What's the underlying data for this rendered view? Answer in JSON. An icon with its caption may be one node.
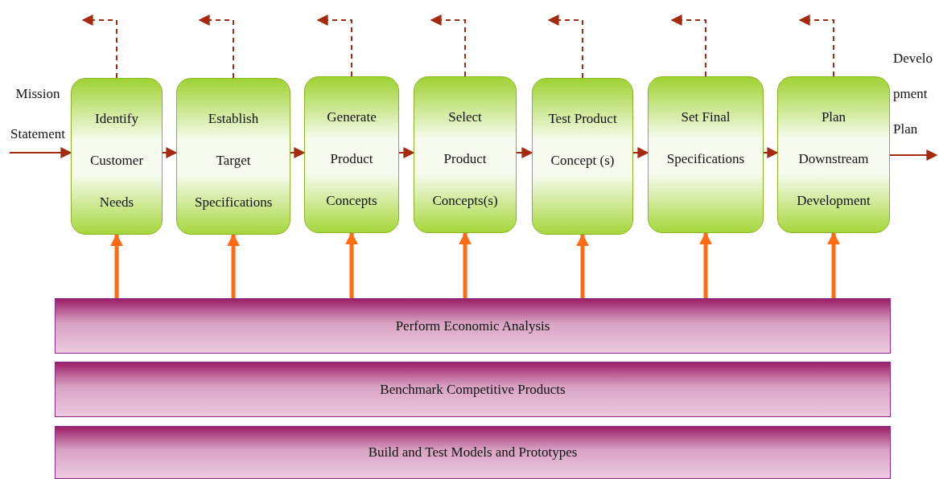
{
  "diagram": {
    "nodes": [
      {
        "text": [
          "Identify Customer Needs"
        ]
      },
      {
        "text": [
          "Establish Target Specifications"
        ]
      },
      {
        "text": [
          "Generate Product Concepts"
        ]
      },
      {
        "text": [
          "Select Product Concepts(s)"
        ]
      },
      {
        "text": [
          "Test Product Concept (s)"
        ]
      },
      {
        "text": [
          "Set Final Specifications"
        ]
      },
      {
        "text": [
          "Plan Downstream Development"
        ]
      },
      {
        "text": [
          "Perform Economic Analysis"
        ]
      },
      {
        "text": [
          "Benchmark Competitive Products"
        ]
      },
      {
        "text": [
          "Build and Test Models and Prototypes"
        ]
      }
    ],
    "edges": [
      {
        "from": null,
        "to": 0,
        "arrow": "to",
        "label": "Mission Statement"
      },
      {
        "from": 0,
        "to": 1,
        "arrow": "to"
      },
      {
        "from": 1,
        "to": 2,
        "arrow": "to"
      },
      {
        "from": 2,
        "to": 3,
        "arrow": "to"
      },
      {
        "from": 3,
        "to": 4,
        "arrow": "to"
      },
      {
        "from": 4,
        "to": 5,
        "arrow": "to"
      },
      {
        "from": 5,
        "to": 6,
        "arrow": "to"
      },
      {
        "from": 6,
        "to": null,
        "arrow": "to",
        "label": "Development Plan"
      },
      {
        "from": 0,
        "to": null,
        "arrow": "to",
        "style": "dashed"
      },
      {
        "from": 1,
        "to": null,
        "arrow": "to",
        "style": "dashed"
      },
      {
        "from": 2,
        "to": null,
        "arrow": "to",
        "style": "dashed"
      },
      {
        "from": 3,
        "to": null,
        "arrow": "to",
        "style": "dashed"
      },
      {
        "from": 4,
        "to": null,
        "arrow": "to",
        "style": "dashed"
      },
      {
        "from": 5,
        "to": null,
        "arrow": "to",
        "style": "dashed"
      },
      {
        "from": 6,
        "to": null,
        "arrow": "to",
        "style": "dashed"
      },
      {
        "from": 7,
        "to": 0,
        "arrow": "to",
        "style": "thick",
        "color": "#ff6a13"
      },
      {
        "from": 7,
        "to": 1,
        "arrow": "to",
        "style": "thick",
        "color": "#ff6a13"
      },
      {
        "from": 7,
        "to": 2,
        "arrow": "to",
        "style": "thick",
        "color": "#ff6a13"
      },
      {
        "from": 7,
        "to": 3,
        "arrow": "to",
        "style": "thick",
        "color": "#ff6a13"
      },
      {
        "from": 7,
        "to": 4,
        "arrow": "to",
        "style": "thick",
        "color": "#ff6a13"
      },
      {
        "from": 7,
        "to": 5,
        "arrow": "to",
        "style": "thick",
        "color": "#ff6a13"
      },
      {
        "from": 7,
        "to": 6,
        "arrow": "to",
        "style": "thick",
        "color": "#ff6a13"
      }
    ]
  }
}
